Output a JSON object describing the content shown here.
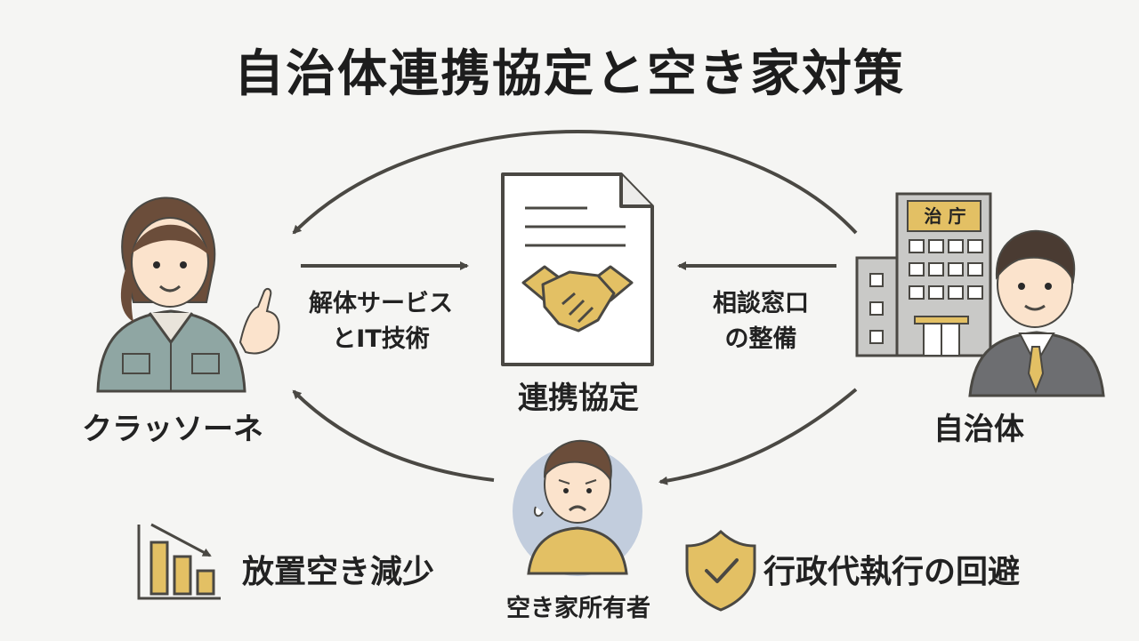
{
  "title": "自治体連携協定と空き家対策",
  "left_actor": {
    "name": "クラッソーネ"
  },
  "right_actor": {
    "name": "自治体",
    "building_sign": "治 庁"
  },
  "center": {
    "label": "連携協定"
  },
  "owner": {
    "label": "空き家所有者"
  },
  "left_contribution": {
    "line1": "解体サービス",
    "line2": "とIT技術"
  },
  "right_contribution": {
    "line1": "相談窓口",
    "line2": "の整備"
  },
  "benefit_left": {
    "label": "放置空き減少",
    "icon": "bar-chart-decreasing-icon"
  },
  "benefit_right": {
    "label": "行政代執行の回避",
    "icon": "shield-check-icon"
  },
  "colors": {
    "accent": "#e3c064",
    "stroke": "#4a4843",
    "jacket": "#8fa6a3",
    "suit": "#6d6e71",
    "building": "#c9c9c7",
    "avatar_bg": "#c2cddd"
  }
}
